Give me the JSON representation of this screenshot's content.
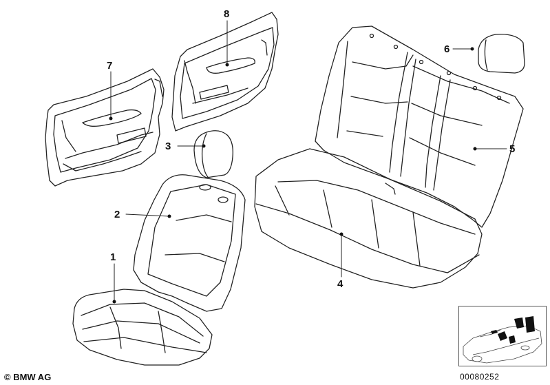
{
  "callouts": [
    {
      "id": "1",
      "label": "1"
    },
    {
      "id": "2",
      "label": "2"
    },
    {
      "id": "3",
      "label": "3"
    },
    {
      "id": "4",
      "label": "4"
    },
    {
      "id": "5",
      "label": "5"
    },
    {
      "id": "6",
      "label": "6"
    },
    {
      "id": "7",
      "label": "7"
    },
    {
      "id": "8",
      "label": "8"
    }
  ],
  "footer": {
    "copyright": "© BMW AG",
    "image_number": "00080252"
  }
}
